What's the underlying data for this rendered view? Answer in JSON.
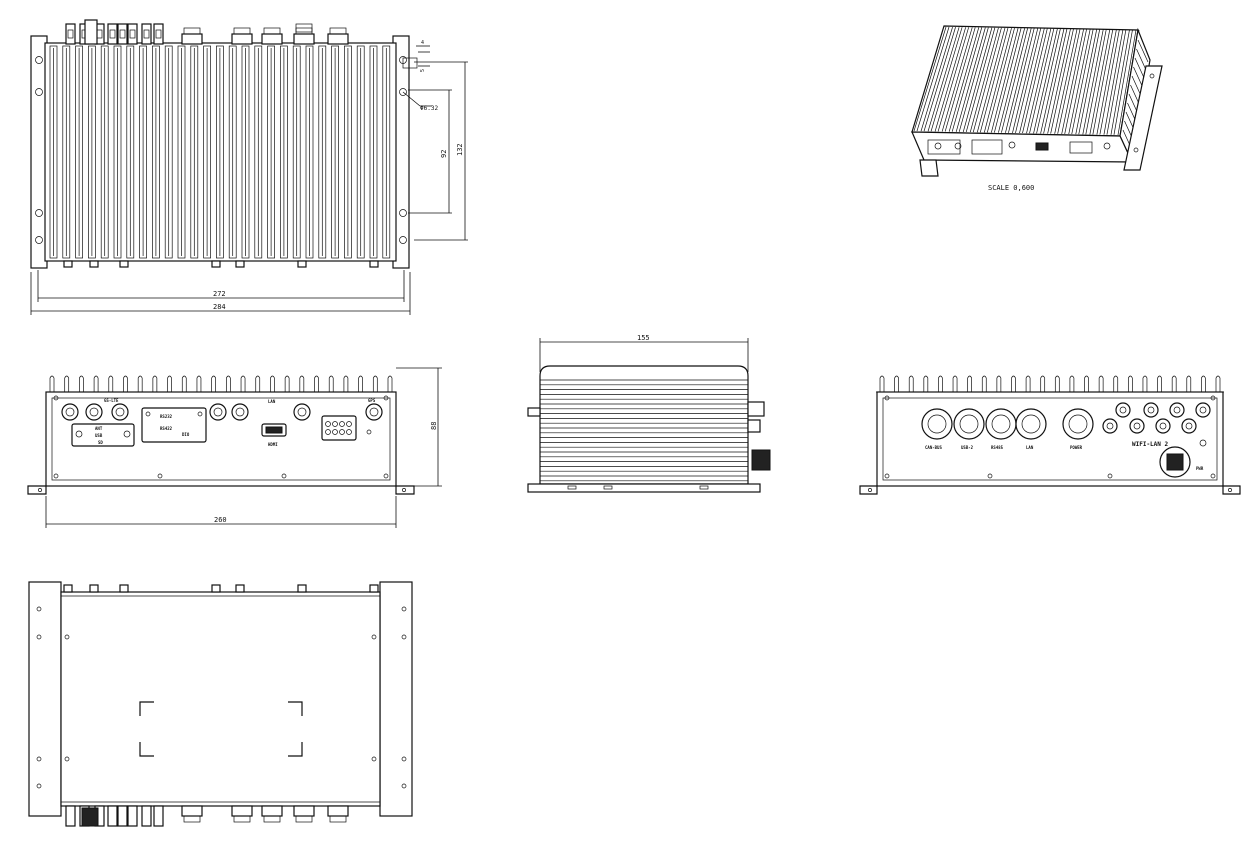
{
  "dimensions": {
    "top_view": {
      "inner_width": "272",
      "outer_width": "284",
      "hole_spacing": "92",
      "outer_height": "132",
      "hole_dia": "Φ6.32",
      "flange_4": "4",
      "flange_5": "5"
    },
    "front_view": {
      "width": "260",
      "height": "88"
    },
    "side_view": {
      "depth": "155"
    }
  },
  "iso_view": {
    "scale_label": "SCALE  0,600"
  },
  "front_panel_labels": {
    "left": [
      "GS-LTE",
      "ANT",
      "USB",
      "SD",
      "RS232",
      "RS422",
      "DIO",
      "LAN",
      "HDMI",
      "GPS"
    ],
    "right": [
      "CAN-BUS",
      "USB-2",
      "RS485",
      "LAN",
      "POWER",
      "WIFI-LAN 2",
      "PWR"
    ]
  },
  "colors": {
    "line": "#111111",
    "background": "#ffffff"
  }
}
